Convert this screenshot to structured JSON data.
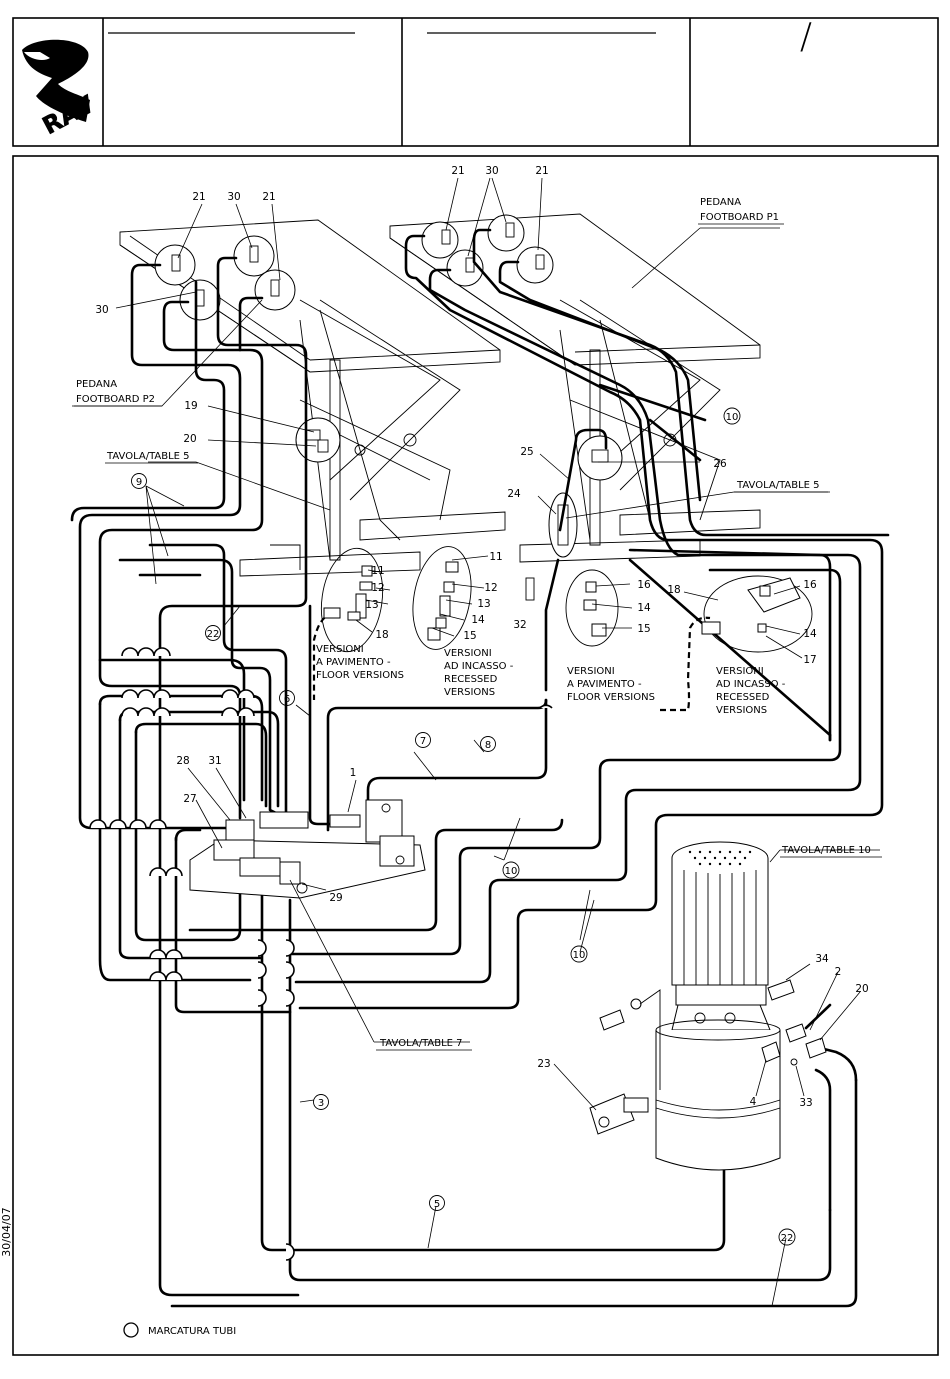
{
  "sidebar": {
    "date": "30/04/07"
  },
  "title_block": {
    "slash": "/",
    "logo_text": "RAV"
  },
  "labels": {
    "footboard_p1": [
      "PEDANA",
      "FOOTBOARD P1"
    ],
    "footboard_p2": [
      "PEDANA",
      "FOOTBOARD P2"
    ],
    "table5_left": "TAVOLA/TABLE 5",
    "table5_right": "TAVOLA/TABLE 5",
    "table10": "TAVOLA/TABLE 10",
    "table7": "TAVOLA/TABLE 7",
    "floor_left": [
      "VERSIONI",
      "A PAVIMENTO -",
      "FLOOR VERSIONS"
    ],
    "recessed_left": [
      "VERSIONI",
      "AD INCASSO -",
      "RECESSED",
      "VERSIONS"
    ],
    "floor_right": [
      "VERSIONI",
      "A PAVIMENTO -",
      "FLOOR VERSIONS"
    ],
    "recessed_right": [
      "VERSIONI",
      "AD INCASSO -",
      "RECESSED",
      "VERSIONS"
    ],
    "legend": "MARCATURA TUBI"
  },
  "part_numbers": {
    "top_left": [
      "21",
      "30",
      "21",
      "30"
    ],
    "top_right": [
      "21",
      "30",
      "21"
    ],
    "p_19": "19",
    "p_20_left": "20",
    "p_25": "25",
    "p_26": "26",
    "p_24": "24",
    "p_11_a": "11",
    "p_12_a": "12",
    "p_13_a": "13",
    "p_18_a": "18",
    "p_11_b": "11",
    "p_12_b": "12",
    "p_13_b": "13",
    "p_14_b": "14",
    "p_15_b": "15",
    "p_32": "32",
    "p_16_a": "16",
    "p_14_a": "14",
    "p_15_a": "15",
    "p_18_b": "18",
    "p_16_b": "16",
    "p_14_c": "14",
    "p_17": "17",
    "p_1": "1",
    "p_28": "28",
    "p_31": "31",
    "p_27": "27",
    "p_29": "29",
    "p_34": "34",
    "p_2": "2",
    "p_20_right": "20",
    "p_23": "23",
    "p_4": "4",
    "p_33": "33"
  },
  "pipe_markers": {
    "m9": "9",
    "m22_top": "22",
    "m6": "6",
    "m7": "7",
    "m8": "8",
    "m10_top": "10",
    "m10_a": "10",
    "m10_b": "10",
    "m3": "3",
    "m5": "5",
    "m22_bottom": "22"
  }
}
